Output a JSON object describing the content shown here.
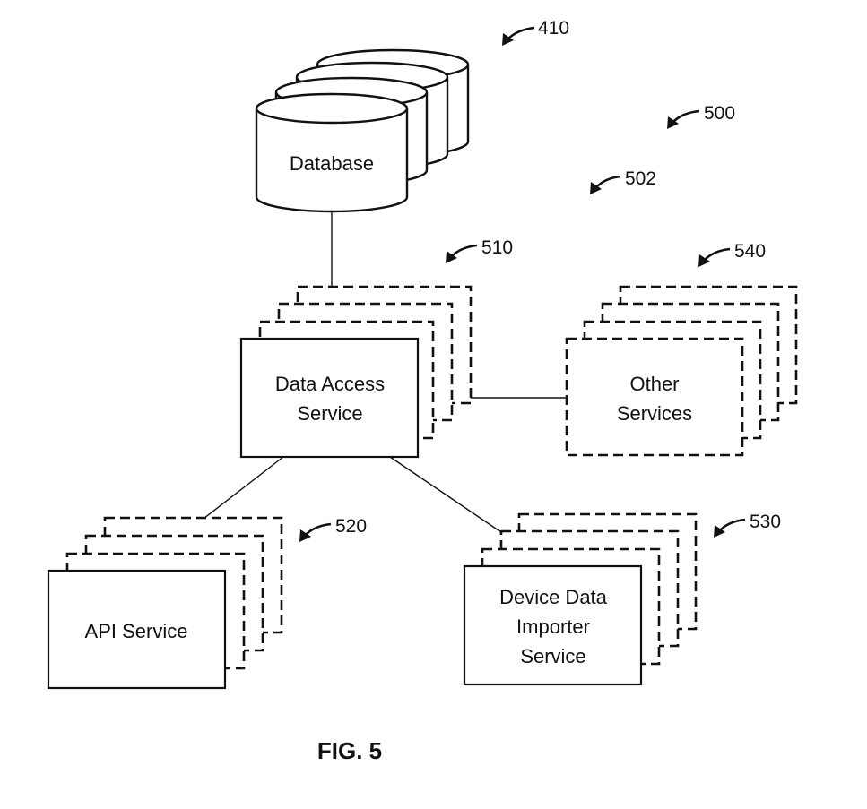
{
  "nodes": {
    "database": {
      "label": "Database"
    },
    "data_access": {
      "line1": "Data Access",
      "line2": "Service",
      "ref": "510"
    },
    "other": {
      "line1": "Other",
      "line2": "Services",
      "ref": "540"
    },
    "api": {
      "label": "API Service",
      "ref": "520"
    },
    "importer": {
      "line1": "Device Data",
      "line2": "Importer",
      "line3": "Service",
      "ref": "530"
    }
  },
  "refs": {
    "r410": "410",
    "r500": "500",
    "r502": "502"
  },
  "caption": "FIG. 5"
}
